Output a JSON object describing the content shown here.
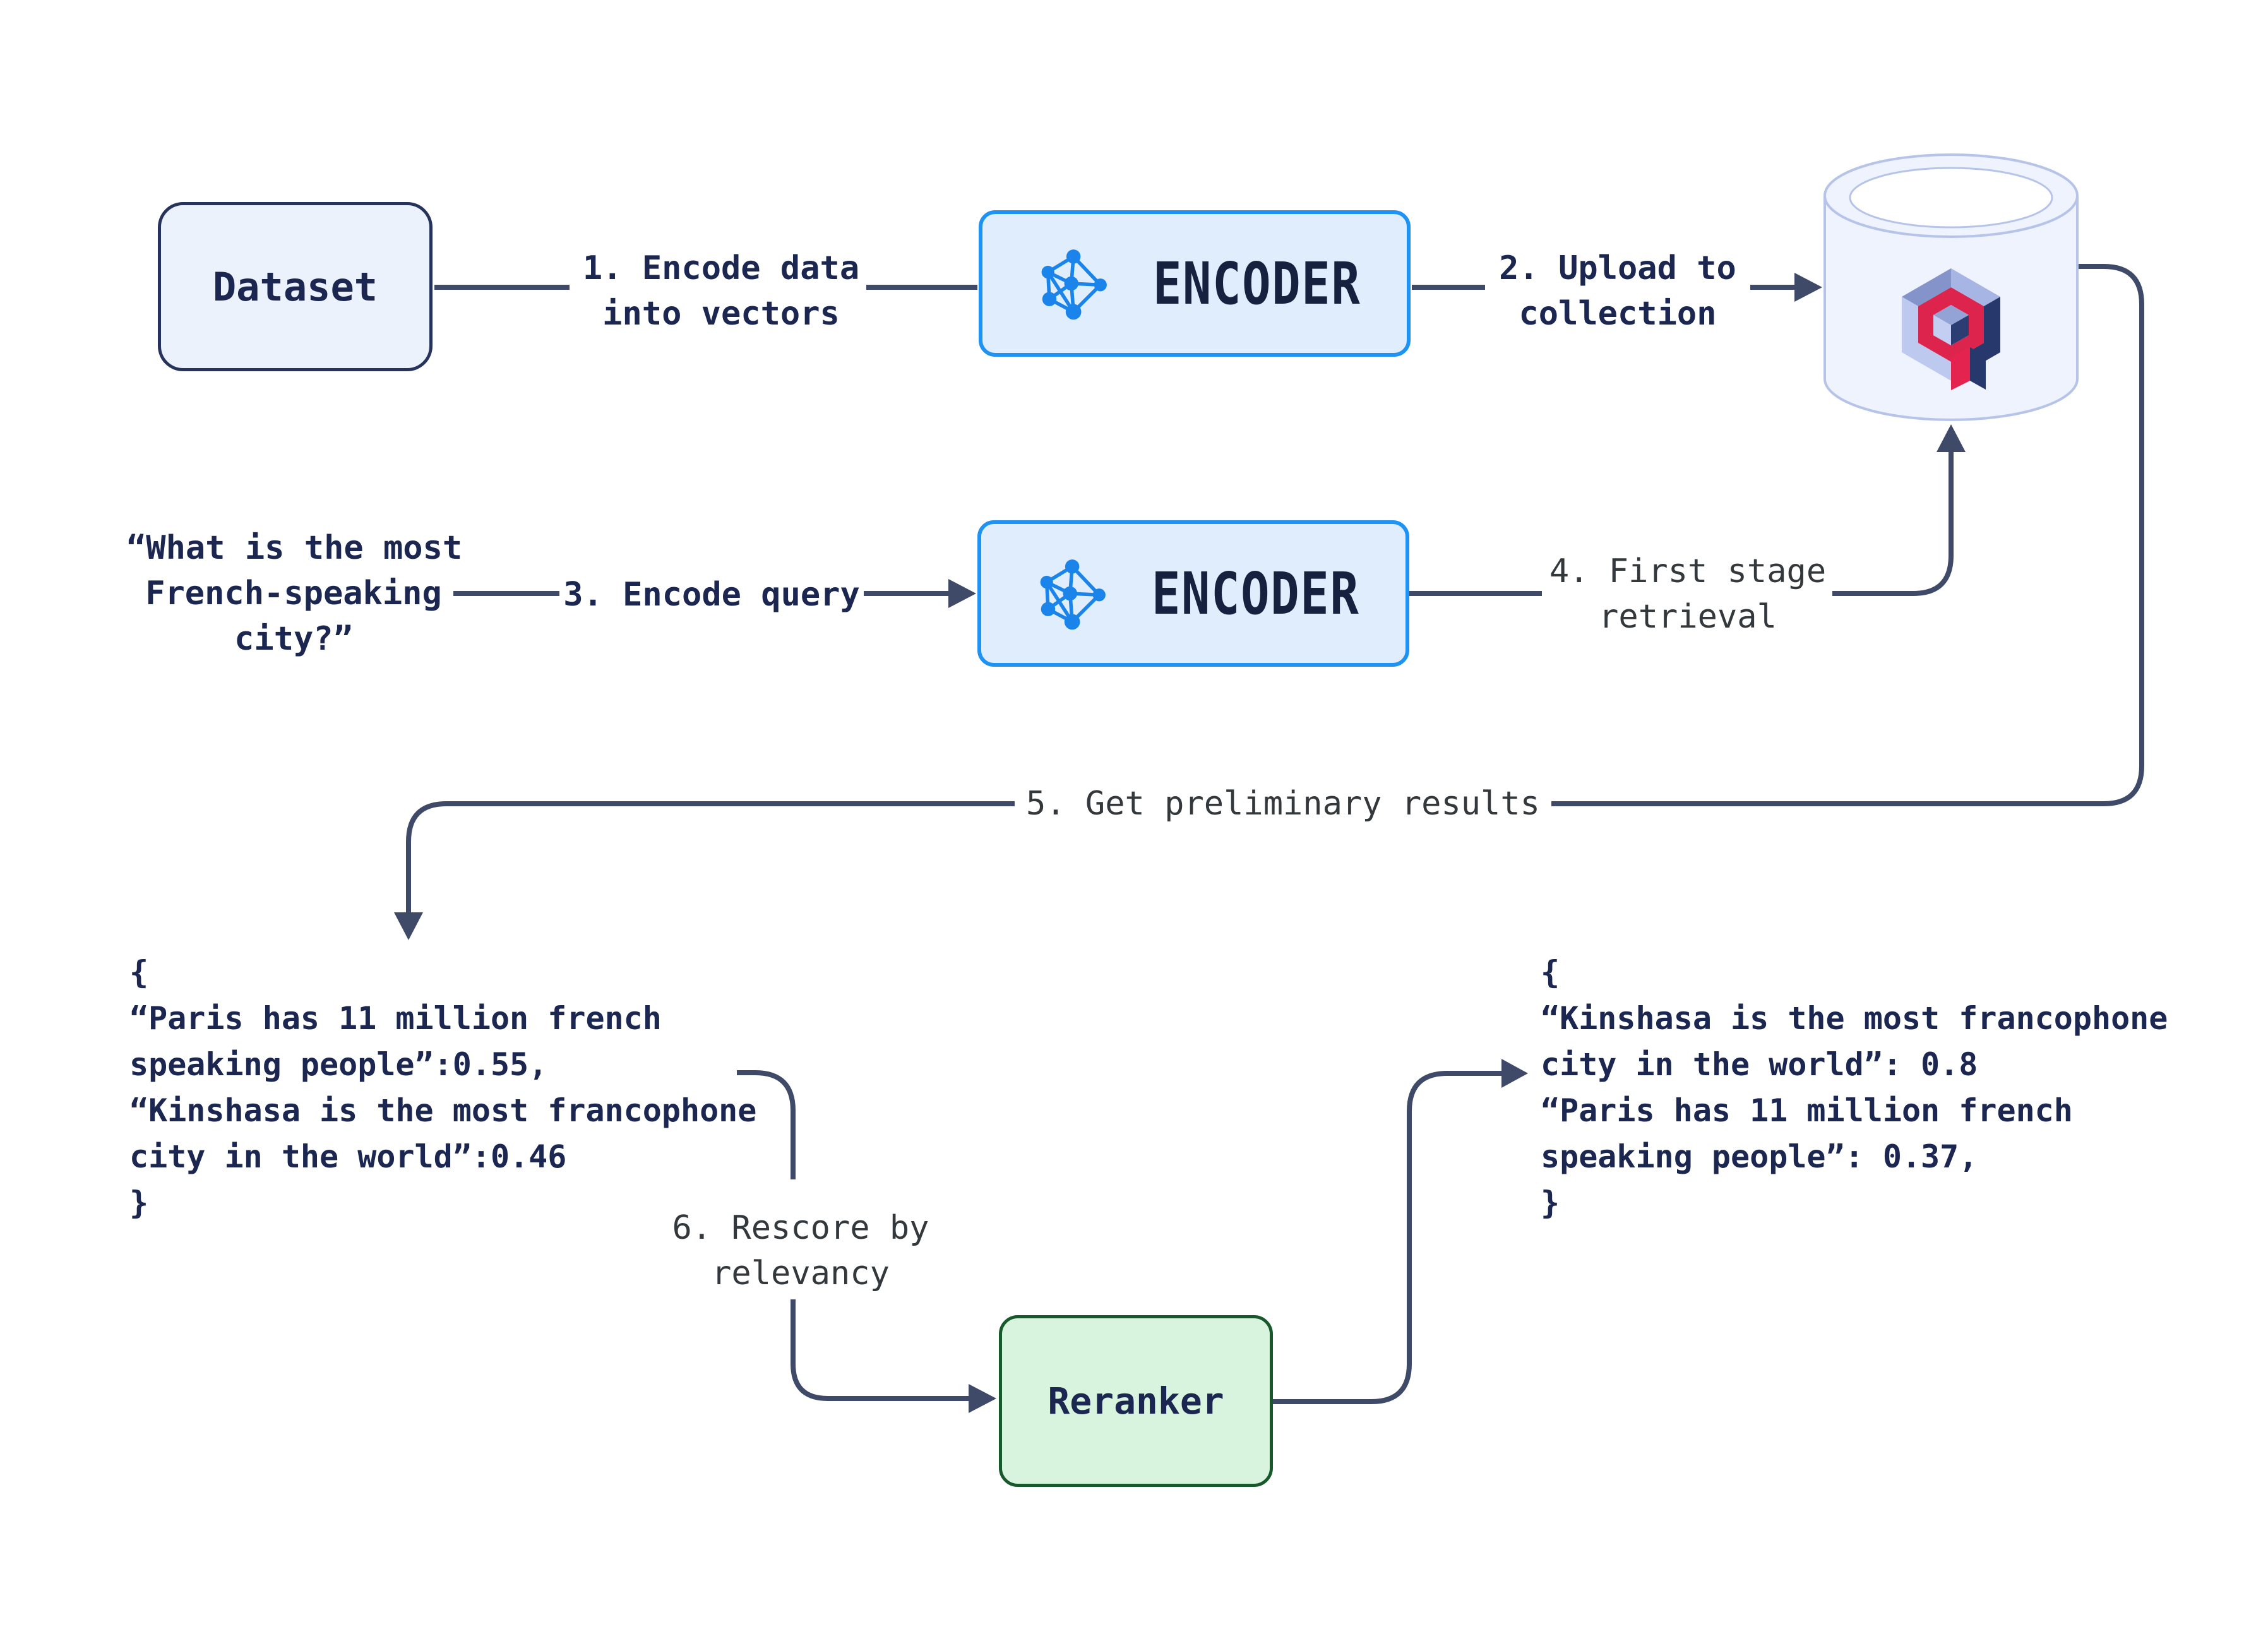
{
  "diagram": {
    "description": "Qdrant reranking pipeline diagram",
    "nodes": {
      "dataset": {
        "label": "Dataset"
      },
      "encoder_top": {
        "label": "ENCODER"
      },
      "encoder_bottom": {
        "label": "ENCODER"
      },
      "reranker": {
        "label": "Reranker"
      },
      "vector_db": {
        "icon": "qdrant-database-cylinder"
      }
    },
    "query": {
      "lines": [
        "“What is the most",
        "French-speaking",
        "city?”"
      ]
    },
    "steps": {
      "step1": {
        "lines": [
          "1. Encode data",
          "into vectors"
        ]
      },
      "step2": {
        "lines": [
          "2. Upload to",
          "collection"
        ]
      },
      "step3": {
        "lines": [
          "3. Encode query"
        ]
      },
      "step4": {
        "lines": [
          "4. First stage",
          "retrieval"
        ]
      },
      "step5": {
        "lines": [
          "5. Get preliminary results"
        ]
      },
      "step6": {
        "lines": [
          "6. Rescore by",
          "relevancy"
        ]
      }
    },
    "preliminary_results": {
      "lines": [
        "{",
        "“Paris has 11 million french",
        "speaking people”:0.55,",
        "“Kinshasa is the most francophone",
        "city in the world”:0.46",
        "}"
      ]
    },
    "reranked_results": {
      "lines": [
        "{",
        "“Kinshasa is the most francophone",
        "city in the world”: 0.8",
        "“Paris has 11 million french",
        "speaking people”: 0.37,",
        "}"
      ]
    },
    "icons": {
      "encoder_icon": "neural-network-icon",
      "database_icon": "qdrant-logo"
    },
    "colors": {
      "navy_text": "#1B2750",
      "gray_text": "#33383D",
      "wire": "#3E4A68",
      "encoder_border": "#1E93F4",
      "encoder_fill": "#DFEDFC",
      "dataset_border": "#26335C",
      "dataset_fill": "#ECF2FC",
      "reranker_border": "#17592B",
      "reranker_fill": "#D9F4DE",
      "icon_blue": "#1B84EA",
      "cylinder_fill": "#EFF3FE",
      "cylinder_stroke": "#B6C4EA",
      "qdrant_red": "#DC244C",
      "qdrant_navy": "#26386C",
      "qdrant_light": "#BDC9EF",
      "qdrant_medium": "#8494CB"
    }
  }
}
